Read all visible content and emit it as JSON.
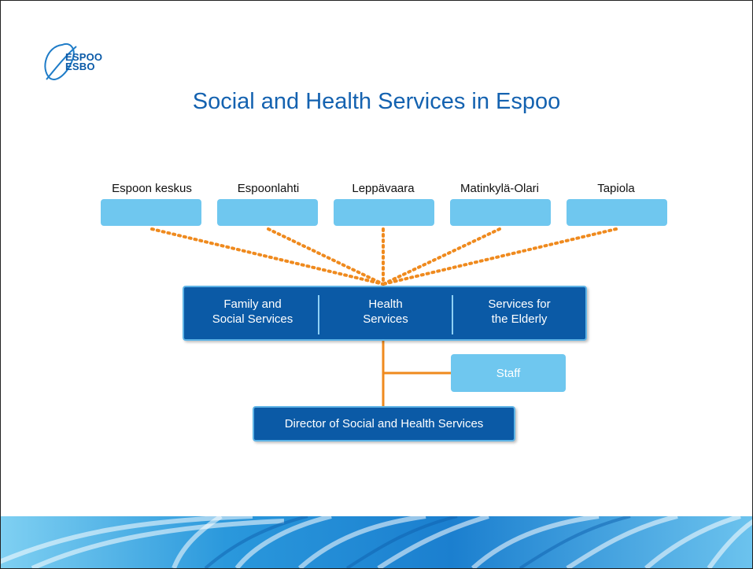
{
  "logo": {
    "icon": "espoo-swirl-logo",
    "text_fi": "ESPOO",
    "text_sv": "ESBO",
    "color": "#0a5aa8"
  },
  "title": "Social and Health Services in Espoo",
  "regions": [
    {
      "label": "Espoon keskus"
    },
    {
      "label": "Espoonlahti"
    },
    {
      "label": "Leppävaara"
    },
    {
      "label": "Matinkylä-Olari"
    },
    {
      "label": "Tapiola"
    }
  ],
  "services": [
    {
      "line1": "Family and",
      "line2": "Social Services"
    },
    {
      "line1": "Health",
      "line2": "Services"
    },
    {
      "line1": "Services for",
      "line2": "the Elderly"
    }
  ],
  "staff": "Staff",
  "director": "Director of Social and Health Services",
  "colors": {
    "dark_blue": "#0b5aa6",
    "light_blue": "#6fc7ef",
    "orange_connector": "#ef8a1e",
    "title_blue": "#1462b0"
  }
}
